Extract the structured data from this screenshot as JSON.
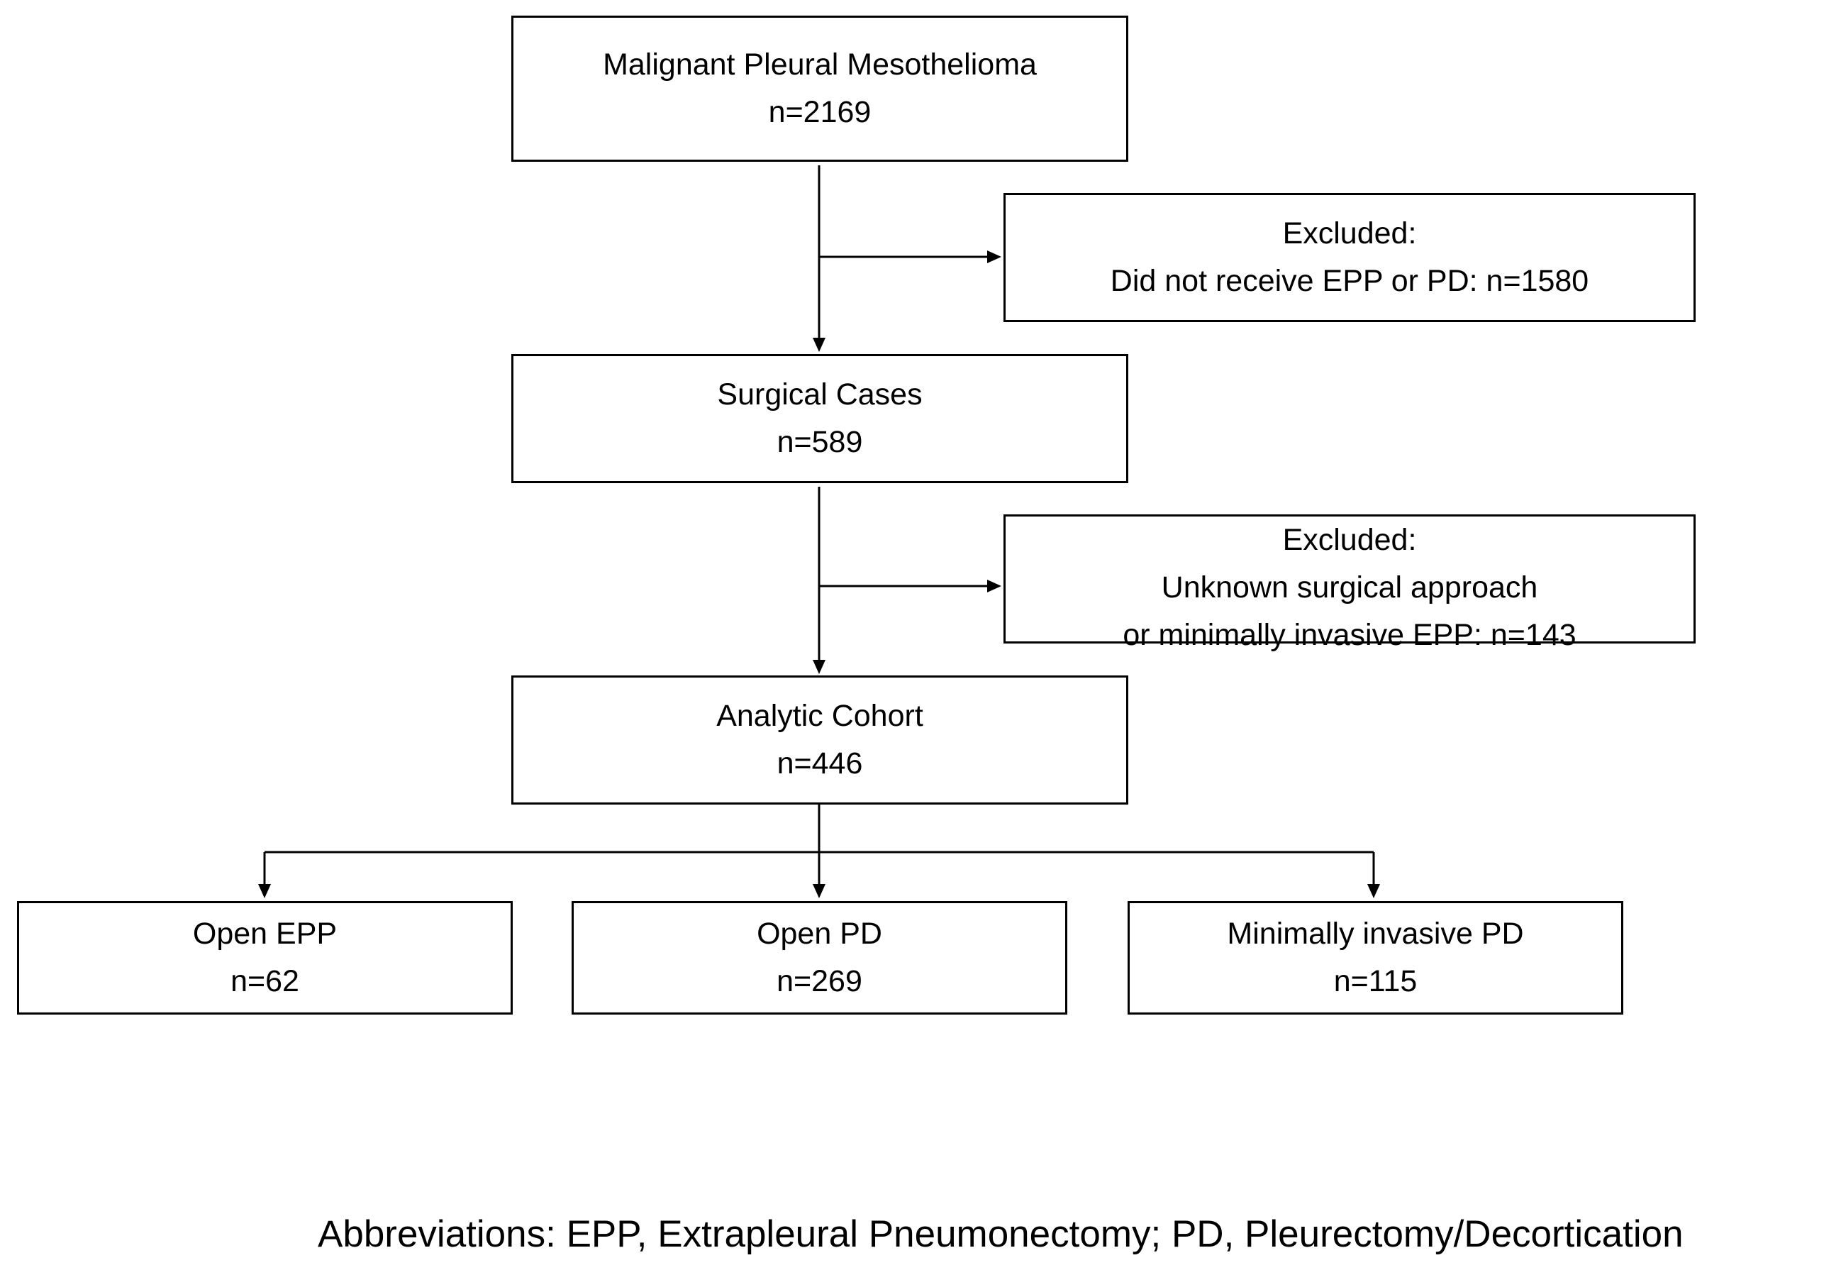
{
  "flowchart": {
    "boxes": [
      {
        "id": "mpm",
        "lines": [
          "Malignant Pleural Mesothelioma",
          "n=2169"
        ]
      },
      {
        "id": "excluded1",
        "lines": [
          "Excluded:",
          "Did not receive EPP or PD: n=1580"
        ]
      },
      {
        "id": "surgical",
        "lines": [
          "Surgical Cases",
          "n=589"
        ]
      },
      {
        "id": "excluded2",
        "lines": [
          "Excluded:",
          "Unknown surgical approach",
          "or minimally invasive EPP: n=143"
        ]
      },
      {
        "id": "analytic",
        "lines": [
          "Analytic Cohort",
          "n=446"
        ]
      },
      {
        "id": "open-epp",
        "lines": [
          "Open EPP",
          "n=62"
        ]
      },
      {
        "id": "open-pd",
        "lines": [
          "Open PD",
          "n=269"
        ]
      },
      {
        "id": "mi-pd",
        "lines": [
          "Minimally invasive PD",
          "n=115"
        ]
      }
    ],
    "edges": [
      {
        "from": "mpm",
        "to": "surgical"
      },
      {
        "from": "mpm",
        "to": "excluded1"
      },
      {
        "from": "surgical",
        "to": "analytic"
      },
      {
        "from": "surgical",
        "to": "excluded2"
      },
      {
        "from": "analytic",
        "to": "open-epp"
      },
      {
        "from": "analytic",
        "to": "open-pd"
      },
      {
        "from": "analytic",
        "to": "mi-pd"
      }
    ]
  },
  "footnote": "Abbreviations: EPP, Extrapleural Pneumonectomy; PD, Pleurectomy/Decortication"
}
